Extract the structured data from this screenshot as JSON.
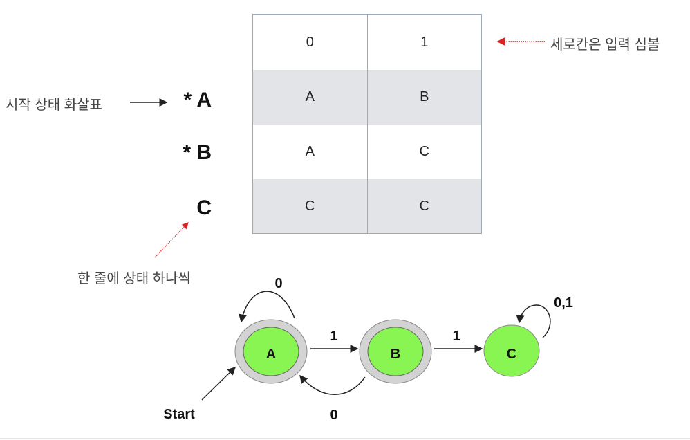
{
  "table": {
    "header": [
      "0",
      "1"
    ],
    "rows": [
      {
        "state": "* A",
        "cells": [
          "A",
          "B"
        ]
      },
      {
        "state": "* B",
        "cells": [
          "A",
          "C"
        ]
      },
      {
        "state": "C",
        "cells": [
          "C",
          "C"
        ]
      }
    ]
  },
  "annotations": {
    "start_arrow": "시작 상태 화살표",
    "columns_note": "세로칸은 입력 심볼",
    "rows_note": "한 줄에 상태 하나씩"
  },
  "diagram": {
    "states": [
      "A",
      "B",
      "C"
    ],
    "start_label": "Start",
    "transitions": [
      {
        "from": "A",
        "to": "A",
        "label": "0"
      },
      {
        "from": "A",
        "to": "B",
        "label": "1"
      },
      {
        "from": "B",
        "to": "A",
        "label": "0"
      },
      {
        "from": "B",
        "to": "C",
        "label": "1"
      },
      {
        "from": "C",
        "to": "C",
        "label": "0,1"
      }
    ],
    "colors": {
      "state_fill": "#88f552",
      "accept_ring": "#d3d3d3"
    }
  }
}
